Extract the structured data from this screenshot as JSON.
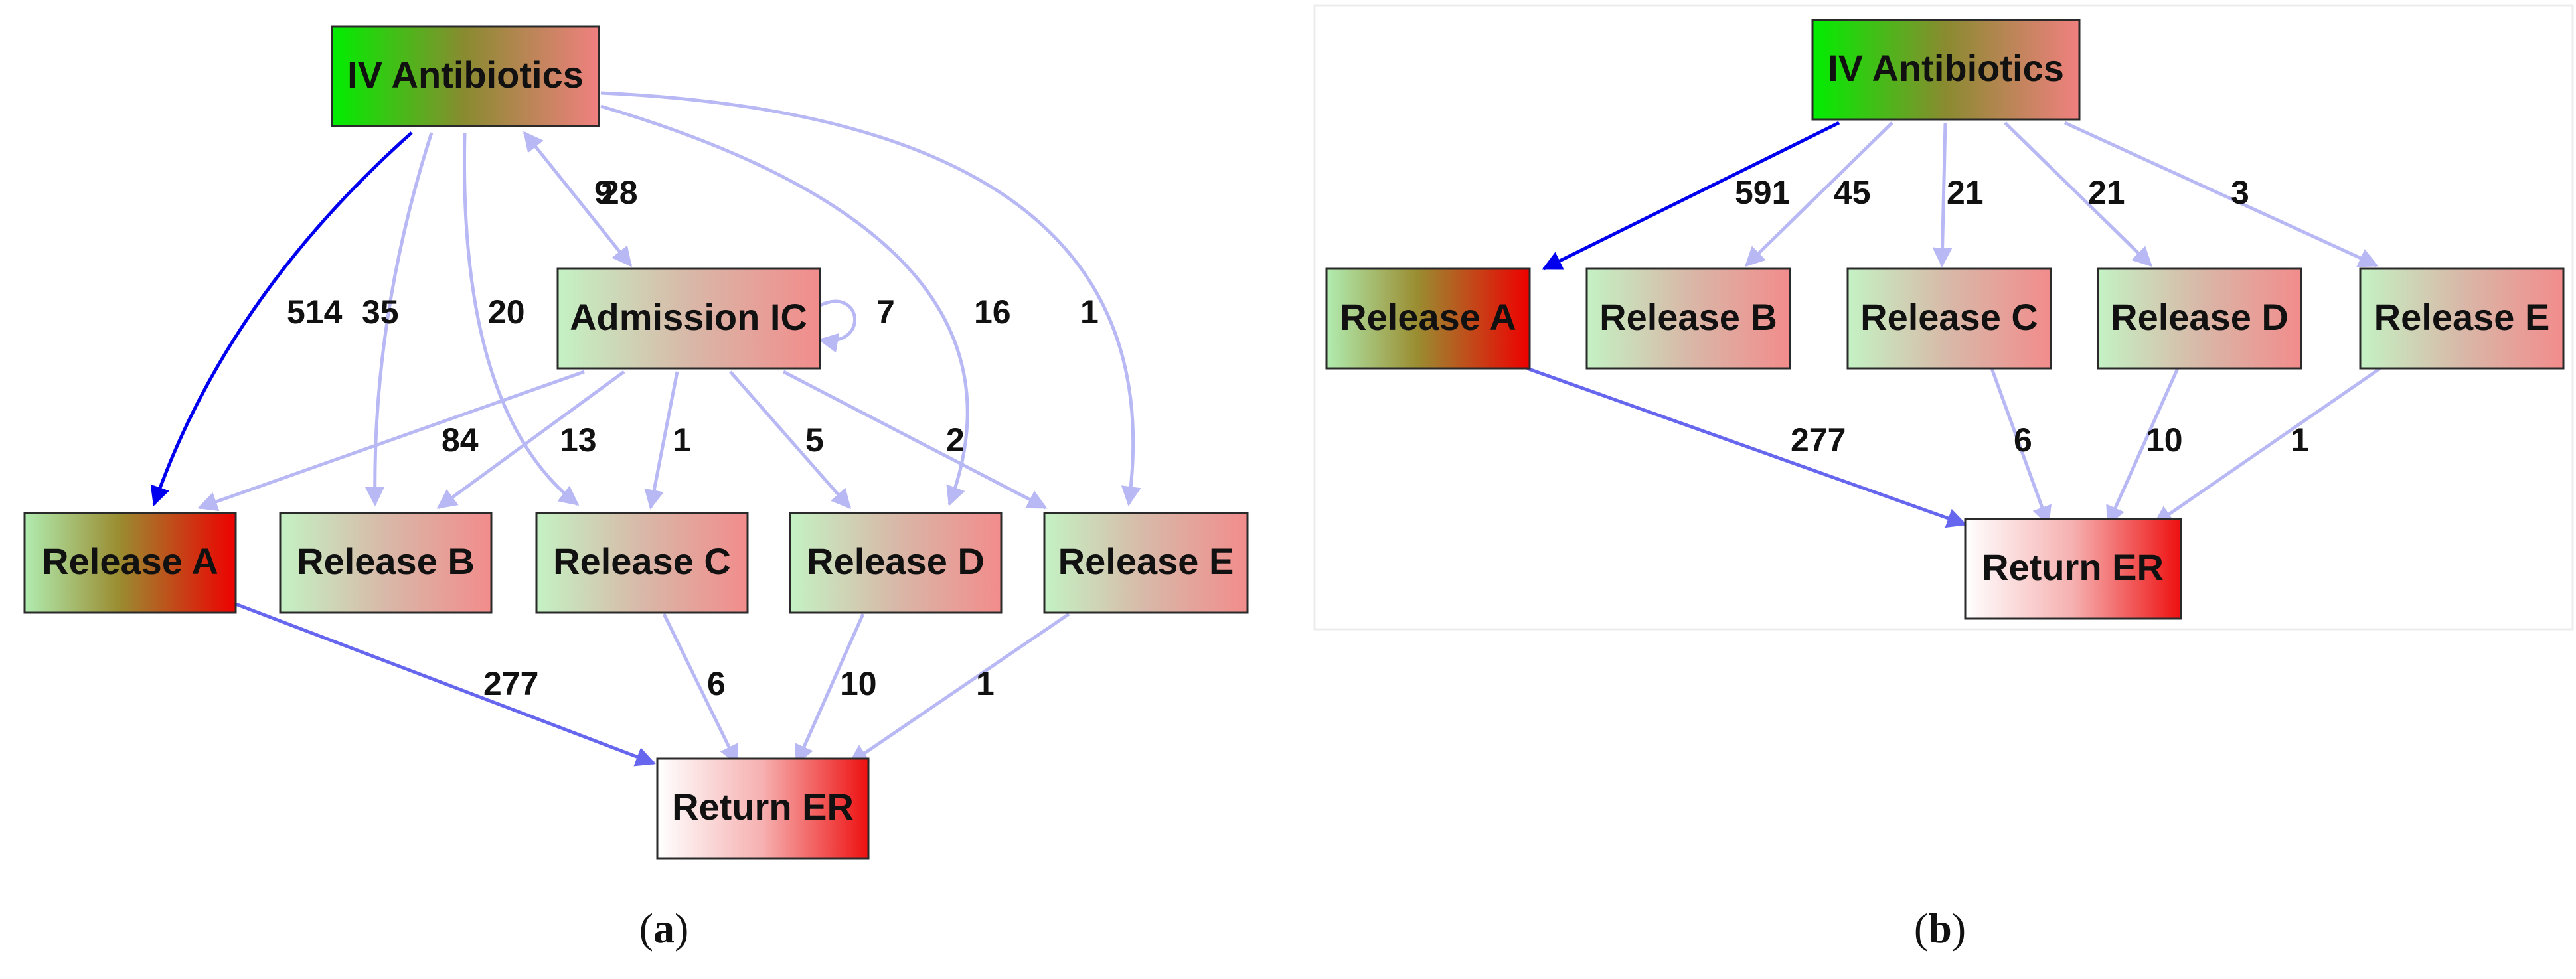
{
  "colors": {
    "strong_edge": "#0000ee",
    "medium_edge": "#6666ee",
    "light_edge": "#b8b8f4",
    "node_green": "#00ee00",
    "node_light_green": "#c8f0c8",
    "node_red": "#ee0000",
    "node_light_red": "#f49090",
    "node_white": "#ffffff"
  },
  "panel_a": {
    "caption": "a",
    "nodes": [
      {
        "id": "iv",
        "label": "IV Antibiotics",
        "gradient": "green-red"
      },
      {
        "id": "adm",
        "label": "Admission IC",
        "gradient": "light-green-red"
      },
      {
        "id": "ra",
        "label": "Release A",
        "gradient": "green-red"
      },
      {
        "id": "rb",
        "label": "Release B",
        "gradient": "light-green-red"
      },
      {
        "id": "rc",
        "label": "Release C",
        "gradient": "light-green-red"
      },
      {
        "id": "rd",
        "label": "Release D",
        "gradient": "light-green-red"
      },
      {
        "id": "re",
        "label": "Release E",
        "gradient": "light-green-red"
      },
      {
        "id": "er",
        "label": "Return ER",
        "gradient": "white-red"
      }
    ],
    "edges": [
      {
        "from": "iv",
        "to": "ra",
        "label": "514",
        "weight": "strong"
      },
      {
        "from": "iv",
        "to": "rb",
        "label": "35",
        "weight": "light"
      },
      {
        "from": "iv",
        "to": "rc",
        "label": "20",
        "weight": "light"
      },
      {
        "from": "iv",
        "to": "adm",
        "label": "28",
        "weight": "light"
      },
      {
        "from": "adm",
        "to": "iv",
        "label": "9",
        "weight": "light"
      },
      {
        "from": "adm",
        "to": "adm",
        "label": "7",
        "weight": "light"
      },
      {
        "from": "iv",
        "to": "rd",
        "label": "16",
        "weight": "light"
      },
      {
        "from": "iv",
        "to": "re",
        "label": "1",
        "weight": "light"
      },
      {
        "from": "adm",
        "to": "ra",
        "label": "84",
        "weight": "light"
      },
      {
        "from": "adm",
        "to": "rb",
        "label": "13",
        "weight": "light"
      },
      {
        "from": "adm",
        "to": "rc",
        "label": "1",
        "weight": "light"
      },
      {
        "from": "adm",
        "to": "rd",
        "label": "5",
        "weight": "light"
      },
      {
        "from": "adm",
        "to": "re",
        "label": "2",
        "weight": "light"
      },
      {
        "from": "ra",
        "to": "er",
        "label": "277",
        "weight": "medium"
      },
      {
        "from": "rc",
        "to": "er",
        "label": "6",
        "weight": "light"
      },
      {
        "from": "rd",
        "to": "er",
        "label": "10",
        "weight": "light"
      },
      {
        "from": "re",
        "to": "er",
        "label": "1",
        "weight": "light"
      }
    ]
  },
  "panel_b": {
    "caption": "b",
    "nodes": [
      {
        "id": "iv",
        "label": "IV Antibiotics",
        "gradient": "green-red"
      },
      {
        "id": "ra",
        "label": "Release A",
        "gradient": "green-red"
      },
      {
        "id": "rb",
        "label": "Release B",
        "gradient": "light-green-red"
      },
      {
        "id": "rc",
        "label": "Release C",
        "gradient": "light-green-red"
      },
      {
        "id": "rd",
        "label": "Release D",
        "gradient": "light-green-red"
      },
      {
        "id": "re",
        "label": "Release E",
        "gradient": "light-green-red"
      },
      {
        "id": "er",
        "label": "Return ER",
        "gradient": "white-red"
      }
    ],
    "edges": [
      {
        "from": "iv",
        "to": "ra",
        "label": "591",
        "weight": "strong"
      },
      {
        "from": "iv",
        "to": "rb",
        "label": "45",
        "weight": "light"
      },
      {
        "from": "iv",
        "to": "rc",
        "label": "21",
        "weight": "light"
      },
      {
        "from": "iv",
        "to": "rd",
        "label": "21",
        "weight": "light"
      },
      {
        "from": "iv",
        "to": "re",
        "label": "3",
        "weight": "light"
      },
      {
        "from": "ra",
        "to": "er",
        "label": "277",
        "weight": "medium"
      },
      {
        "from": "rc",
        "to": "er",
        "label": "6",
        "weight": "light"
      },
      {
        "from": "rd",
        "to": "er",
        "label": "10",
        "weight": "light"
      },
      {
        "from": "re",
        "to": "er",
        "label": "1",
        "weight": "light"
      }
    ]
  }
}
